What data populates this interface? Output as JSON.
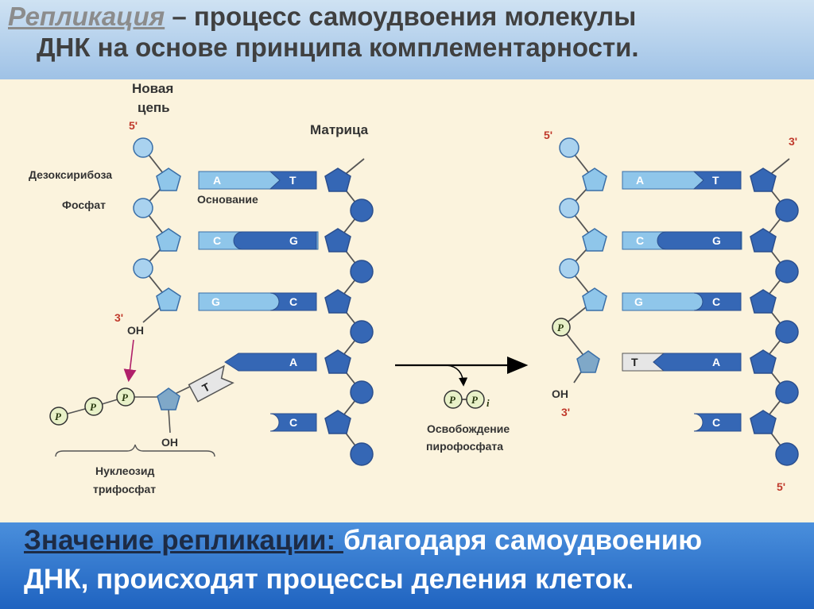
{
  "header": {
    "term": "Репликация",
    "definition": " – процесс самоудвоения молекулы",
    "line2": "ДНК на основе принципа комплементарности."
  },
  "diagram": {
    "new_strand_label_1": "Новая",
    "new_strand_label_2": "цепь",
    "template_label": "Матрица",
    "deoxyribose_label": "Дезоксирибоза",
    "phosphate_label": "Фосфат",
    "base_label": "Основание",
    "end_5_left": "5'",
    "end_3_left": "3'",
    "oh_left": "OH",
    "oh_nucleotide": "OH",
    "nucleoside_label_1": "Нуклеозид",
    "nucleoside_label_2": "трифосфат",
    "release_label_1": "Освобождение",
    "release_label_2": "пирофосфата",
    "end_5_right_top": "5'",
    "end_3_right_top": "3'",
    "oh_right": "OH",
    "end_3_right_bottom": "3'",
    "end_5_right_bottom": "5'",
    "phosphate_symbol": "P",
    "pyrophosphate_subscript": "i",
    "left_pairs": [
      {
        "new": "A",
        "template": "T"
      },
      {
        "new": "C",
        "template": "G"
      },
      {
        "new": "G",
        "template": "C"
      }
    ],
    "right_pairs": [
      {
        "new": "A",
        "template": "T"
      },
      {
        "new": "C",
        "template": "G"
      },
      {
        "new": "G",
        "template": "C"
      },
      {
        "new": "T",
        "template": "A"
      }
    ],
    "incoming_base": "T",
    "template_unpaired_1": "A",
    "template_unpaired_2": "C",
    "right_unpaired": "C"
  },
  "footer": {
    "term": "Значение репликации: ",
    "rest_line1": "благодаря самоудвоению",
    "line2": "ДНК,  происходят процессы деления клеток."
  },
  "colors": {
    "dark_blue": "#3567b5",
    "light_blue": "#8fc6ea",
    "header_bg": "#b5d3ee",
    "diagram_bg": "#fbf3dd",
    "footer_bg": "#2f77d0"
  }
}
